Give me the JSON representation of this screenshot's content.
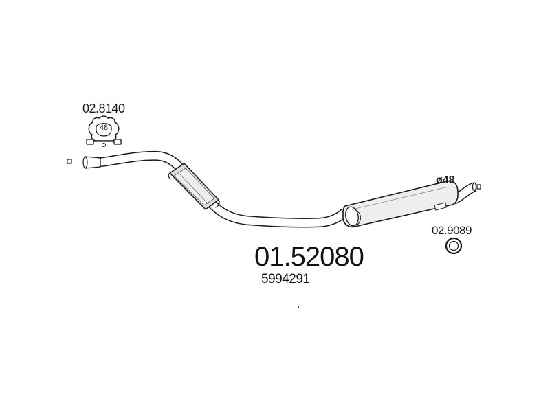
{
  "diagram": {
    "clamp_part_number": "02.8140",
    "clamp_size": "48",
    "sealing_ring_part_number": "02.9089",
    "outlet_diameter": "ø48",
    "main_part_number": "01.52080",
    "oem_number": "5994291"
  },
  "colors": {
    "line": "#1a1a1a",
    "pipe_fill": "#ffffff",
    "muffler_shade": "#dcdcdc"
  },
  "icons": [
    "clamp-icon",
    "sealing-ring-icon",
    "exhaust-pipe-icon",
    "muffler-icon"
  ]
}
